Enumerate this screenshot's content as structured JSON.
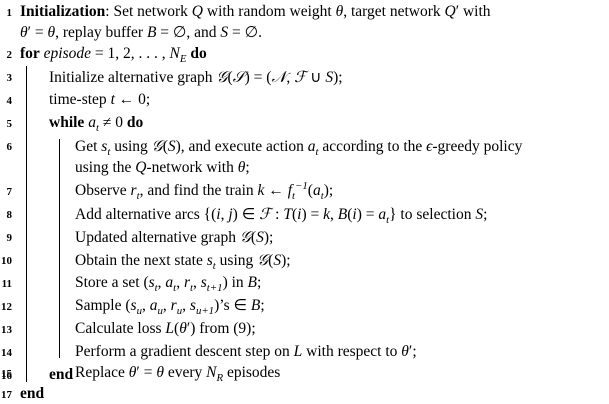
{
  "lines": [
    {
      "n": "1",
      "text": "Initialization: Set network Q with random weight θ, target network Q′ with"
    },
    {
      "n": "",
      "text": "θ′ = θ, replay buffer B = ∅, and S = ∅."
    },
    {
      "n": "2",
      "text": "for episode = 1, 2, . . . , N_E do"
    },
    {
      "n": "3",
      "text": "Initialize alternative graph G(S) = (N, F ∪ S);"
    },
    {
      "n": "4",
      "text": "time-step t ← 0;"
    },
    {
      "n": "5",
      "text": "while a_t ≠ 0 do"
    },
    {
      "n": "6",
      "text": "Get s_t using G(S), and execute action a_t according to the ε-greedy policy"
    },
    {
      "n": "",
      "text": "using the Q-network with θ;"
    },
    {
      "n": "7",
      "text": "Observe r_t, and find the train k ← f_t^−1(a_t);"
    },
    {
      "n": "8",
      "text": "Add alternative arcs {(i, j) ∈ F : T(i) = k, B(i) = a_t} to selection S;"
    },
    {
      "n": "9",
      "text": "Updated alternative graph G(S);"
    },
    {
      "n": "10",
      "text": "Obtain the next state s_t using G(S);"
    },
    {
      "n": "11",
      "text": "Store a set (s_t, a_t, r_t, s_t+1) in B;"
    },
    {
      "n": "12",
      "text": "Sample (s_u, a_u, r_u, s_u+1)’s ∈ B;"
    },
    {
      "n": "13",
      "text": "Calculate loss L(θ′) from (9);"
    },
    {
      "n": "14",
      "text": "Perform a gradient descent step on L with respect to θ′;"
    },
    {
      "n": "15",
      "text": "Replace θ′ = θ every N_R episodes"
    },
    {
      "n": "16",
      "text": "end"
    },
    {
      "n": "17",
      "text": "end"
    }
  ]
}
